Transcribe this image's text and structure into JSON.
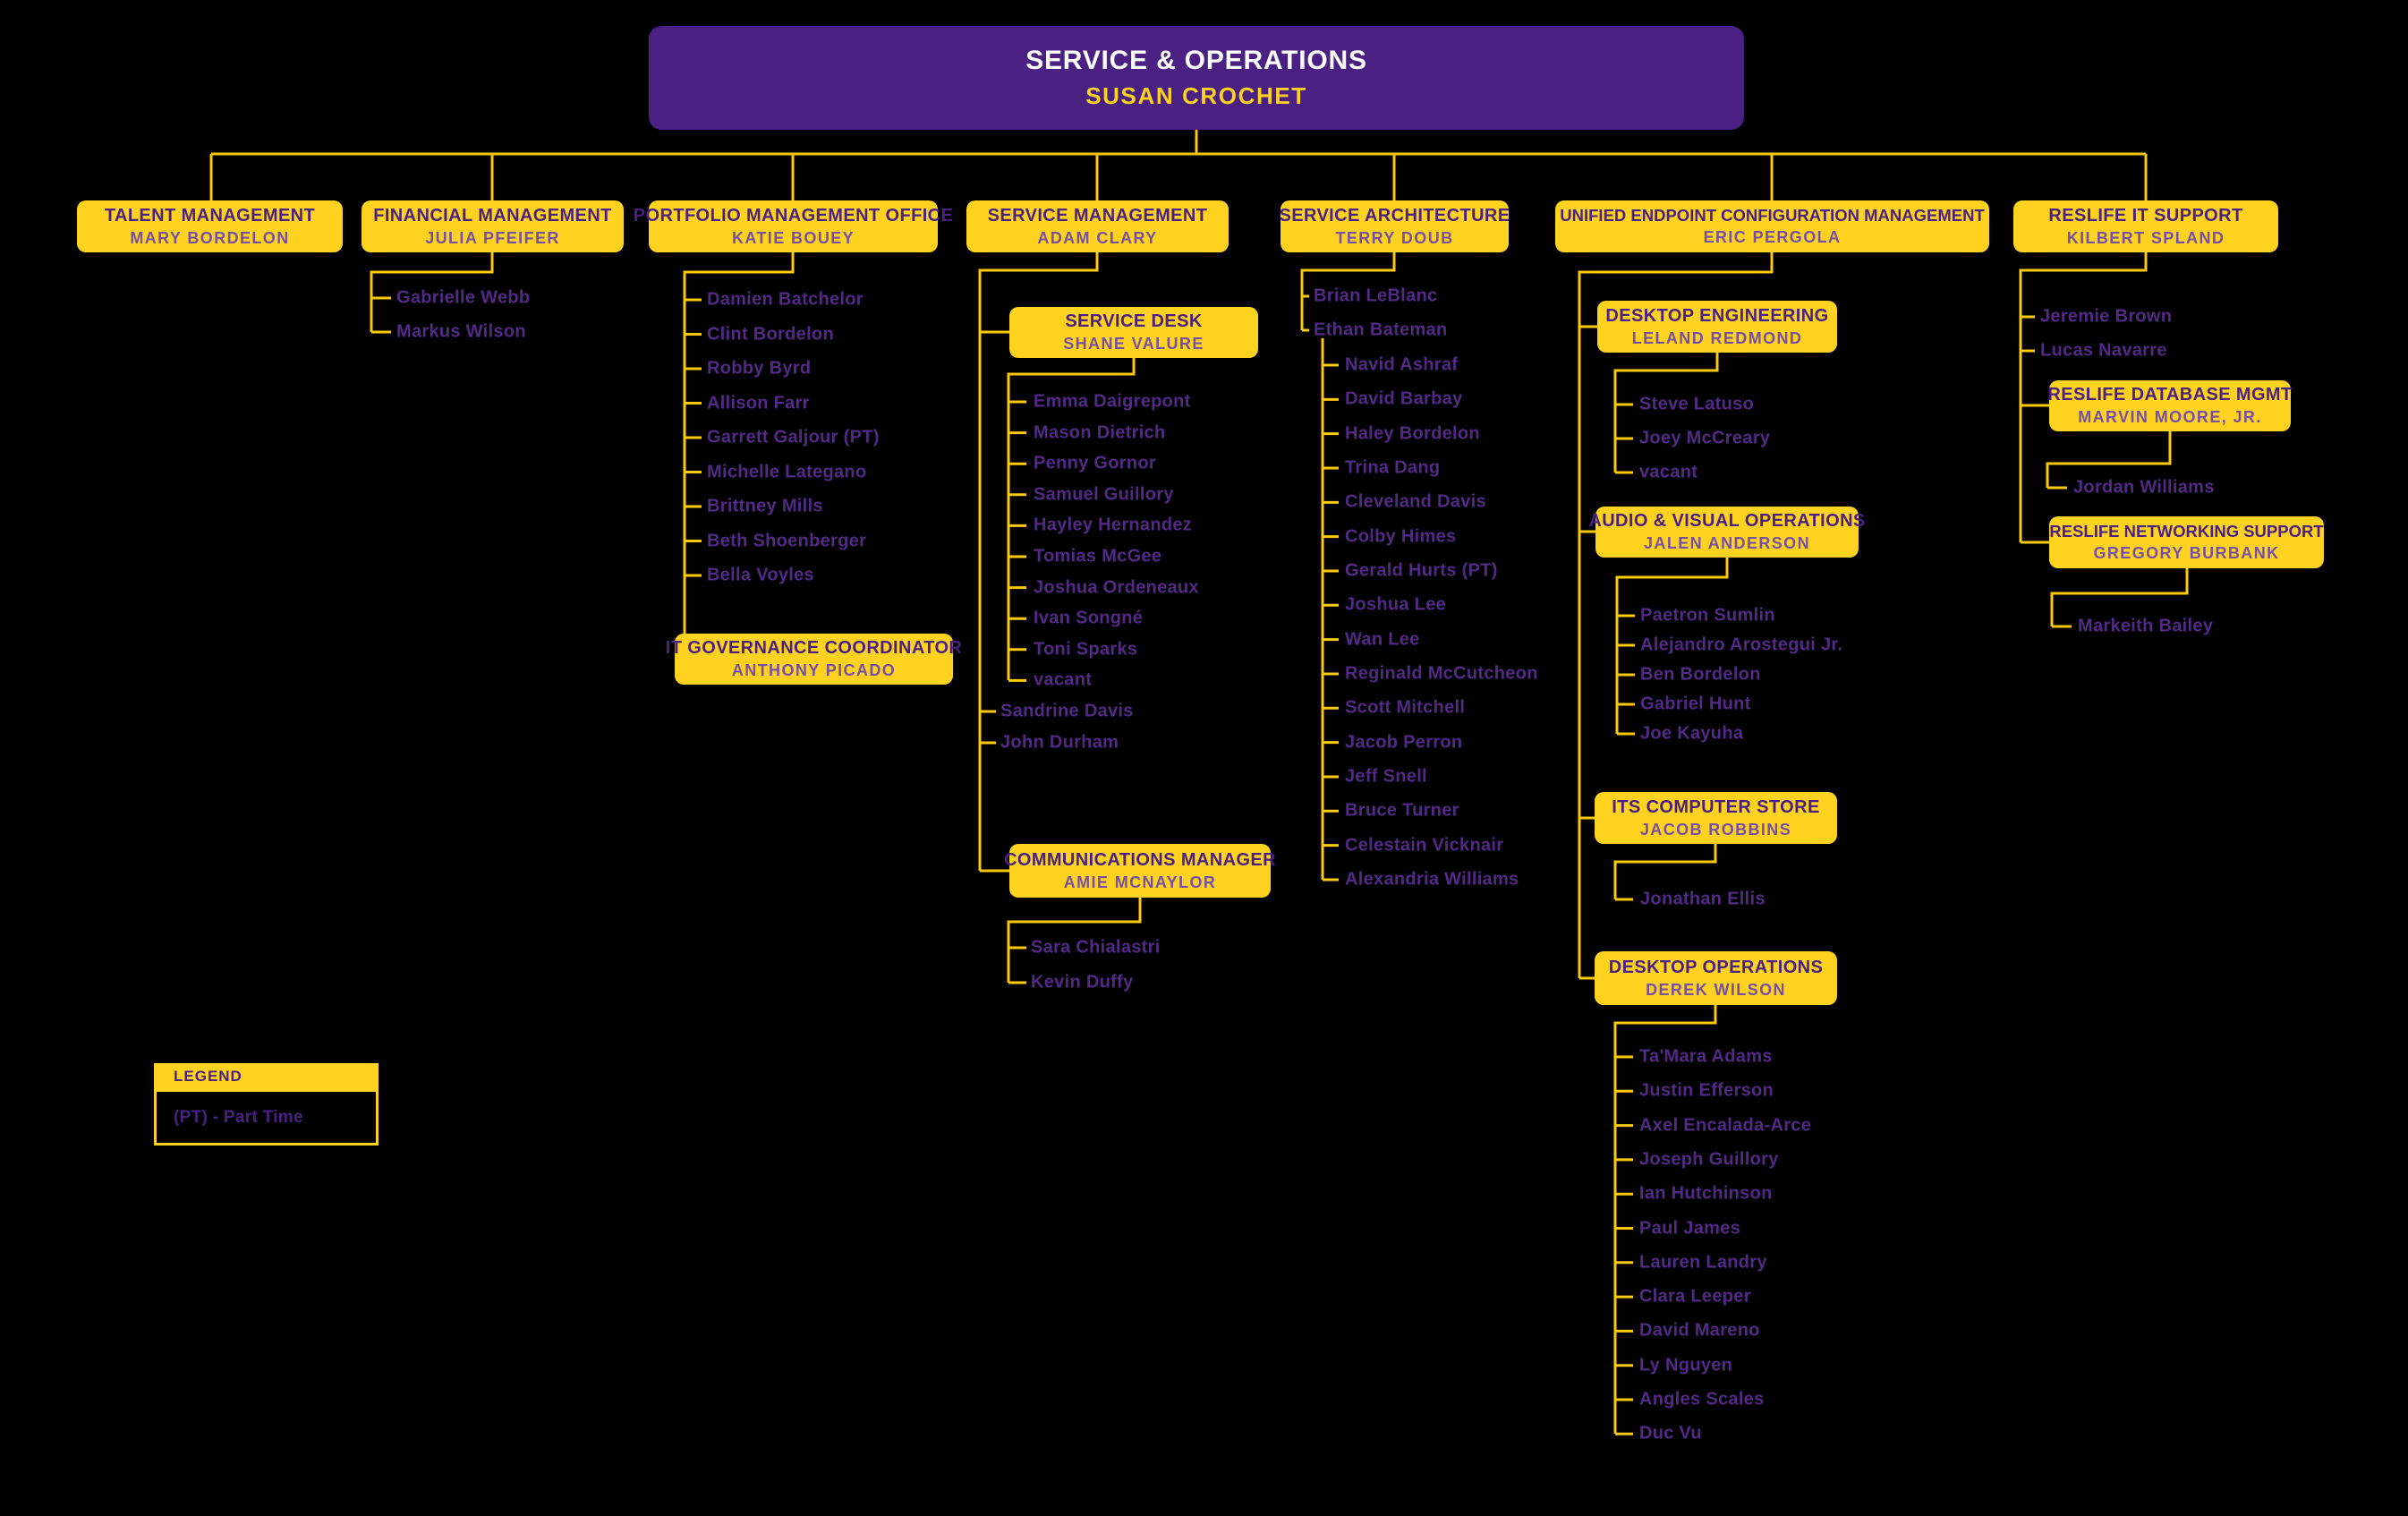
{
  "root": {
    "title": "SERVICE & OPERATIONS",
    "name": "SUSAN CROCHET"
  },
  "colors": {
    "background": "#000000",
    "gold": "#FFD21F",
    "purple": "#4A2182",
    "box_subtitle_purple": "#7550A5",
    "member_name_purple": "#522A85",
    "root_title_white": "#FFFFFF"
  },
  "legend": {
    "title": "LEGEND",
    "entries": [
      "(PT) - Part Time"
    ]
  },
  "branches": [
    {
      "title": "TALENT MANAGEMENT",
      "name": "MARY BORDELON",
      "members": [],
      "subunits": []
    },
    {
      "title": "FINANCIAL MANAGEMENT",
      "name": "JULIA PFEIFER",
      "members": [
        "Gabrielle Webb",
        "Markus Wilson"
      ],
      "subunits": []
    },
    {
      "title": "PORTFOLIO MANAGEMENT OFFICE",
      "name": "KATIE BOUEY",
      "members": [
        "Damien Batchelor",
        "Clint Bordelon",
        "Robby Byrd",
        "Allison Farr",
        "Garrett Galjour (PT)",
        "Michelle Lategano",
        "Brittney Mills",
        "Beth Shoenberger",
        "Bella Voyles"
      ],
      "subunits": [
        {
          "title": "IT GOVERNANCE COORDINATOR",
          "name": "ANTHONY PICADO",
          "members": []
        }
      ]
    },
    {
      "title": "SERVICE MANAGEMENT",
      "name": "ADAM CLARY",
      "members": [
        "Sandrine Davis",
        "John Durham"
      ],
      "subunits": [
        {
          "title": "SERVICE DESK",
          "name": "SHANE VALURE",
          "members": [
            "Emma Daigrepont",
            "Mason Dietrich",
            "Penny Gornor",
            "Samuel Guillory",
            "Hayley Hernandez",
            "Tomias McGee",
            "Joshua Ordeneaux",
            "Ivan Songné",
            "Toni Sparks",
            "vacant"
          ]
        },
        {
          "title": "COMMUNICATIONS MANAGER",
          "name": "AMIE MCNAYLOR",
          "members": [
            "Sara Chialastri",
            "Kevin Duffy"
          ]
        }
      ]
    },
    {
      "title": "SERVICE ARCHITECTURE",
      "name": "TERRY DOUB",
      "members": [
        "Brian LeBlanc",
        "Ethan Bateman"
      ],
      "sub_members_parent": "Ethan Bateman",
      "sub_members": [
        "Navid Ashraf",
        "David Barbay",
        "Haley Bordelon",
        "Trina Dang",
        "Cleveland Davis",
        "Colby Himes",
        "Gerald Hurts (PT)",
        "Joshua Lee",
        "Wan Lee",
        "Reginald McCutcheon",
        "Scott Mitchell",
        "Jacob Perron",
        "Jeff Snell",
        "Bruce Turner",
        "Celestain Vicknair",
        "Alexandria Williams"
      ],
      "subunits": []
    },
    {
      "title": "UNIFIED ENDPOINT CONFIGURATION MANAGEMENT",
      "name": "ERIC PERGOLA",
      "members": [],
      "subunits": [
        {
          "title": "DESKTOP ENGINEERING",
          "name": "LELAND REDMOND",
          "members": [
            "Steve Latuso",
            "Joey McCreary",
            "vacant"
          ]
        },
        {
          "title": "AUDIO & VISUAL OPERATIONS",
          "name": "JALEN ANDERSON",
          "members": [
            "Paetron Sumlin",
            "Alejandro Arostegui Jr.",
            "Ben Bordelon",
            "Gabriel Hunt",
            "Joe Kayuha"
          ]
        },
        {
          "title": "ITS COMPUTER STORE",
          "name": "JACOB ROBBINS",
          "members": [
            "Jonathan Ellis"
          ]
        },
        {
          "title": "DESKTOP OPERATIONS",
          "name": "DEREK WILSON",
          "members": [
            "Ta'Mara Adams",
            "Justin Efferson",
            "Axel Encalada-Arce",
            "Joseph Guillory",
            "Ian Hutchinson",
            "Paul James",
            "Lauren Landry",
            "Clara Leeper",
            "David Mareno",
            "Ly Nguyen",
            "Angles Scales",
            "Duc Vu"
          ]
        }
      ]
    },
    {
      "title": "RESLIFE IT SUPPORT",
      "name": "KILBERT SPLAND",
      "members": [
        "Jeremie Brown",
        "Lucas Navarre"
      ],
      "subunits": [
        {
          "title": "RESLIFE DATABASE MGMT",
          "name": "MARVIN MOORE, JR.",
          "members": [
            "Jordan Williams"
          ]
        },
        {
          "title": "RESLIFE NETWORKING SUPPORT",
          "name": "GREGORY BURBANK",
          "members": [
            "Markeith Bailey"
          ]
        }
      ]
    }
  ]
}
